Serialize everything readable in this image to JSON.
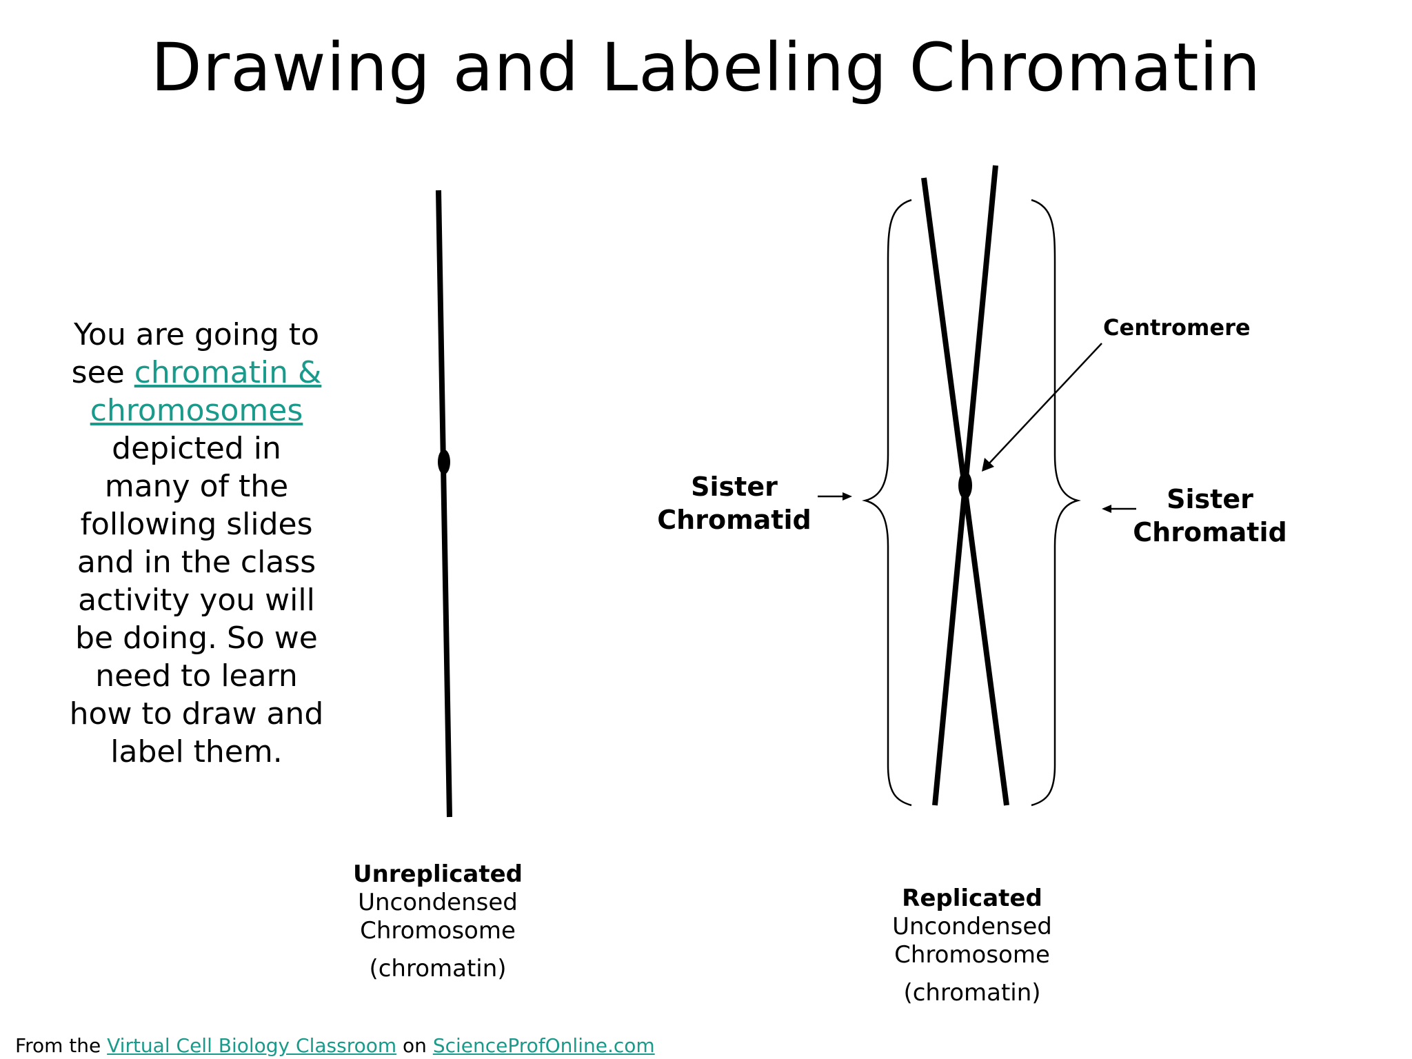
{
  "title": "Drawing and Labeling Chromatin",
  "intro": {
    "before_link": "You are going to see ",
    "link_text": "chromatin & chromosomes",
    "after_link": " depicted in many of the following slides and in the class activity you will be doing. So we need to learn how to draw and label them."
  },
  "labels": {
    "centromere": "Centromere",
    "sister_left_line1": "Sister",
    "sister_left_line2": "Chromatid",
    "sister_right_line1": "Sister",
    "sister_right_line2": "Chromatid"
  },
  "unreplicated": {
    "heading": "Unreplicated",
    "line2": "Uncondensed",
    "line3": "Chromosome",
    "paren": "(chromatin)"
  },
  "replicated": {
    "heading": "Replicated",
    "line2": "Uncondensed",
    "line3": "Chromosome",
    "paren": "(chromatin)"
  },
  "footer": {
    "prefix": "From the ",
    "link1": "Virtual Cell Biology Classroom",
    "middle": " on ",
    "link2": "ScienceProfOnline.com"
  },
  "colors": {
    "link": "#1a9a8a",
    "ink": "#000000"
  }
}
